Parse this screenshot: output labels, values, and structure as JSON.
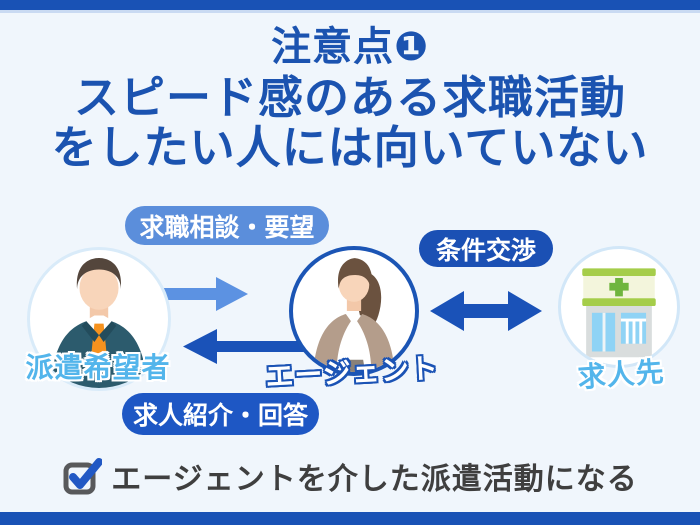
{
  "title": {
    "line1": "注意点❶",
    "line2": "スピード感のある求職活動",
    "line3": "をしたい人には向いていない"
  },
  "flows": {
    "consult": "求職相談・要望",
    "negotiate": "条件交渉",
    "intro": "求人紹介・回答"
  },
  "actors": {
    "applicant": {
      "name": "派遣希望者",
      "icon": "businessman-avatar"
    },
    "agent": {
      "name": "エージェント",
      "icon": "businesswoman-avatar"
    },
    "employer": {
      "name": "求人先",
      "icon": "storefront-icon"
    }
  },
  "footer": {
    "note": "エージェントを介した派遣活動になる",
    "icon": "checked-checkbox-icon"
  },
  "colors": {
    "title_blue": "#1b53b0",
    "dark_pill_blue": "#1b50b4",
    "light_pill_blue": "#5b8edb",
    "dark_arrow_blue": "#1a52b8",
    "light_arrow_blue": "#5c92e2",
    "actor_label_blue": "#53b5eb",
    "border_bar_blue": "#1952b5",
    "background": "#f0f6fc",
    "sign_green": "#a5cd4a",
    "tie_orange": "#f6921e"
  }
}
